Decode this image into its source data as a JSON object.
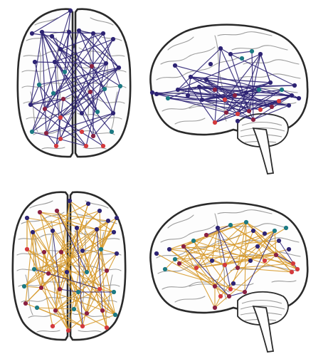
{
  "colors": {
    "navy": "#2e2474",
    "orange": "#d79a2b",
    "teal": "#1c7a83",
    "maroon": "#8a2142",
    "red": "#d43a3d",
    "outline": "#2a2a2a",
    "gyri": "#9b9b9b"
  },
  "panels": [
    {
      "id": "top-left",
      "view": "axial",
      "edge_color": "navy"
    },
    {
      "id": "top-right",
      "view": "sagittal",
      "edge_color": "navy"
    },
    {
      "id": "bottom-left",
      "view": "axial",
      "edge_color": "orange"
    },
    {
      "id": "bottom-right",
      "view": "sagittal",
      "edge_color": "orange"
    }
  ]
}
